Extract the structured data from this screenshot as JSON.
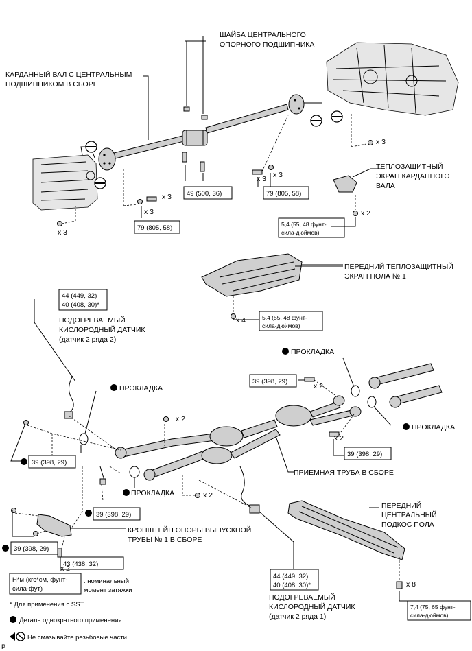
{
  "labels": {
    "propshaft": [
      "КАРДАННЫЙ ВАЛ С ЦЕНТРАЛЬНЫМ",
      "ПОДШИПНИКОМ В СБОРЕ"
    ],
    "washer": [
      "ШАЙБА ЦЕНТРАЛЬНОГО",
      "ОПОРНОГО ПОДШИПНИКА"
    ],
    "propshaft_heat": [
      "ТЕПЛОЗАЩИТНЫЙ",
      "ЭКРАН КАРДАННОГО",
      "ВАЛА"
    ],
    "floor_heat": [
      "ПЕРЕДНИЙ ТЕПЛОЗАЩИТНЫЙ",
      "ЭКРАН ПОЛА № 1"
    ],
    "o2_upper": [
      "ПОДОГРЕВАЕМЫЙ",
      "КИСЛОРОДНЫЙ ДАТЧИК",
      "(датчик 2 ряда 2)"
    ],
    "o2_lower": [
      "ПОДОГРЕВАЕМЫЙ",
      "КИСЛОРОДНЫЙ ДАТЧИК",
      "(датчик 2 ряда 1)"
    ],
    "gasket": "ПРОКЛАДКА",
    "front_pipe": "ПРИЕМНАЯ ТРУБА В СБОРЕ",
    "brace": [
      "ПЕРЕДНИЙ",
      "ЦЕНТРАЛЬНЫЙ",
      "ПОДКОС ПОЛА"
    ],
    "bracket": [
      "КРОНШТЕЙН ОПОРЫ ВЫПУСКНОЙ",
      "ТРУБЫ № 1 В СБОРЕ"
    ]
  },
  "torques": {
    "t49": "49 (500, 36)",
    "t79": "79 (805, 58)",
    "t54": [
      "5,4 (55, 48 фунт-",
      "сила-дюймов)"
    ],
    "t44_40": [
      "44 (449, 32)",
      "40 (408, 30)*"
    ],
    "t39": "39 (398, 29)",
    "t43": "43 (438, 32)",
    "t74": [
      "7,4 (75, 65 фунт-",
      "сила-дюймов)"
    ]
  },
  "quantities": {
    "x2": "x 2",
    "x3": "x 3",
    "x4": "x 4",
    "x8": "x 8"
  },
  "legend": {
    "unit_box": [
      "Н*м (кгс*см, фунт-",
      "сила-фут)"
    ],
    "unit_desc": [
      ": номинальный",
      "момент затяжки"
    ],
    "sst_note": "* Для применения с SST",
    "non_reusable": "Деталь однократного применения",
    "no_grease": "Не смазывайте резьбовые части"
  },
  "corner_mark": "P"
}
